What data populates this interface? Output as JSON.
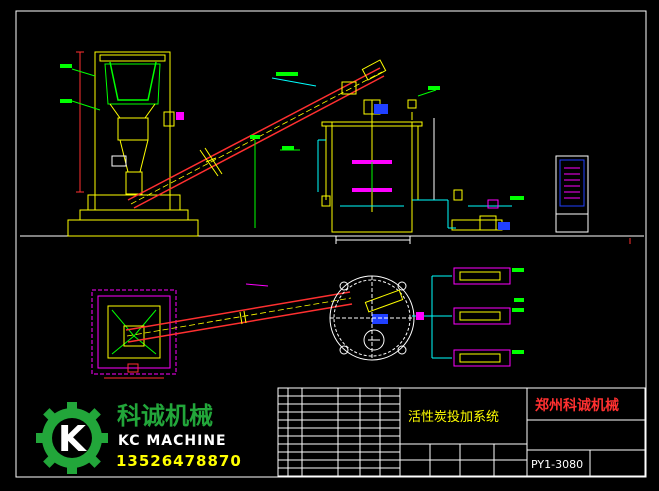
{
  "title_block": {
    "drawing_title": "活性炭投加系统",
    "company_name": "郑州科诚机械",
    "drawing_number": "PY1-3080"
  },
  "logo": {
    "mark_letter": "K",
    "chinese_name": "科诚机械",
    "english_name": "KC MACHINE",
    "phone": "13526478870"
  },
  "colors": {
    "background": "#000000",
    "frame": "#ffffff",
    "equipment": "#ffff00",
    "hopper": "#00ff00",
    "conveyor": "#ff3030",
    "ducts": "#ff00ff",
    "piping": "#00ffff",
    "motor": "#4060ff",
    "title_text": "#ffff00",
    "company_text": "#ff3030",
    "logo_green": "#22a63a",
    "logo_text": "#ffffff",
    "phone_text": "#ffff00"
  }
}
